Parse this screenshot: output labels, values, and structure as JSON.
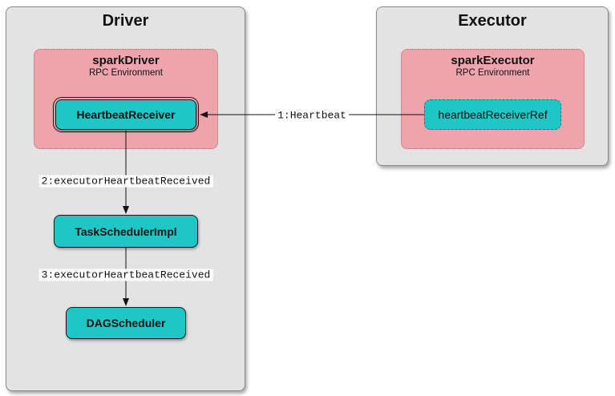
{
  "driver": {
    "title": "Driver",
    "env": {
      "name": "sparkDriver",
      "subtitle": "RPC Environment"
    },
    "nodes": {
      "heartbeat_receiver": "HeartbeatReceiver",
      "task_scheduler": "TaskSchedulerImpl",
      "dag_scheduler": "DAGScheduler"
    }
  },
  "executor": {
    "title": "Executor",
    "env": {
      "name": "sparkExecutor",
      "subtitle": "RPC Environment"
    },
    "nodes": {
      "receiver_ref": "heartbeatReceiverRef"
    }
  },
  "edges": {
    "heartbeat": "1:Heartbeat",
    "received_2": "2:executorHeartbeatReceived",
    "received_3": "3:executorHeartbeatReceived"
  },
  "colors": {
    "panel": "#e3e3e3",
    "env": "#eea4ad",
    "node": "#1fc6c6",
    "line": "#111111"
  }
}
